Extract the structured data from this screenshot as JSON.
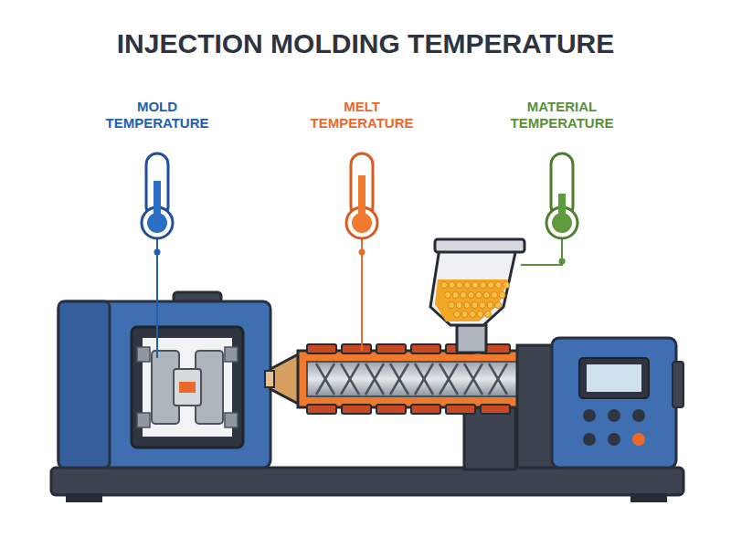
{
  "diagram": {
    "title": "INJECTION MOLDING TEMPERATURE",
    "labels": [
      "MOLD TEMPERATURE",
      "MELT TEMPERATURE",
      "MATERIAL TEMPERATURE"
    ]
  }
}
